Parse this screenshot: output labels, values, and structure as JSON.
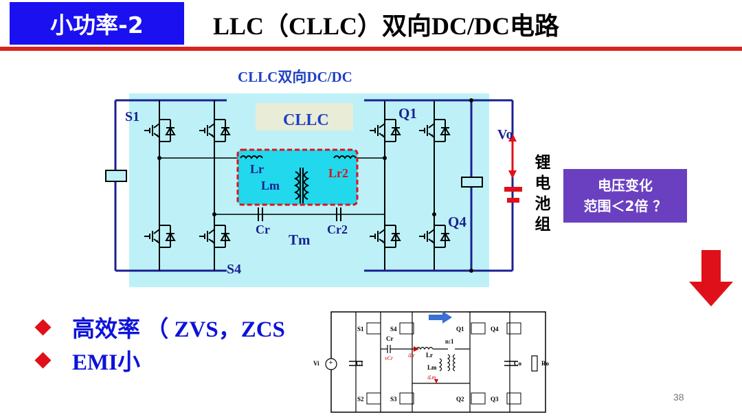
{
  "header": {
    "tag": "小功率-2",
    "title": "LLC（CLLC）双向DC/DC电路"
  },
  "diagram": {
    "subtitle": "CLLC双向DC/DC",
    "box_label": "CLLC",
    "labels": {
      "s1": "S1",
      "s4": "S4",
      "q1": "Q1",
      "q4": "Q4",
      "lr": "Lr",
      "lm": "Lm",
      "lr2": "Lr2",
      "cr": "Cr",
      "cr2": "Cr2",
      "tm": "Tm",
      "vo": "Vo"
    },
    "battery_label": "锂电池组",
    "callout_line1": "电压变化",
    "callout_line2": "范围＜2倍 ？"
  },
  "bullets": [
    "高效率 （ ZVS，ZCS",
    "EMI小"
  ],
  "small_circuit": {
    "labels": {
      "s1": "S1",
      "s4": "S4",
      "s2": "S2",
      "s3": "S3",
      "q1": "Q1",
      "q4": "Q4",
      "q2": "Q2",
      "q3": "Q3",
      "vi": "Vi",
      "c1": "C1",
      "cr": "Cr",
      "lr": "Lr",
      "lm": "Lm",
      "ratio": "n:1",
      "vcr": "vCr",
      "ilr": "iLr",
      "ilm": "iLm",
      "co": "Co",
      "ro": "Ro"
    }
  },
  "footer": {
    "page_number": "38"
  },
  "colors": {
    "tag_bg": "#1a10f0",
    "title_underline": "#d8231f",
    "cyan_panel": "#bdf1f7",
    "bullet_text": "#0d13d8",
    "callout_bg": "#6a40c0",
    "arrow": "#e0101a"
  }
}
